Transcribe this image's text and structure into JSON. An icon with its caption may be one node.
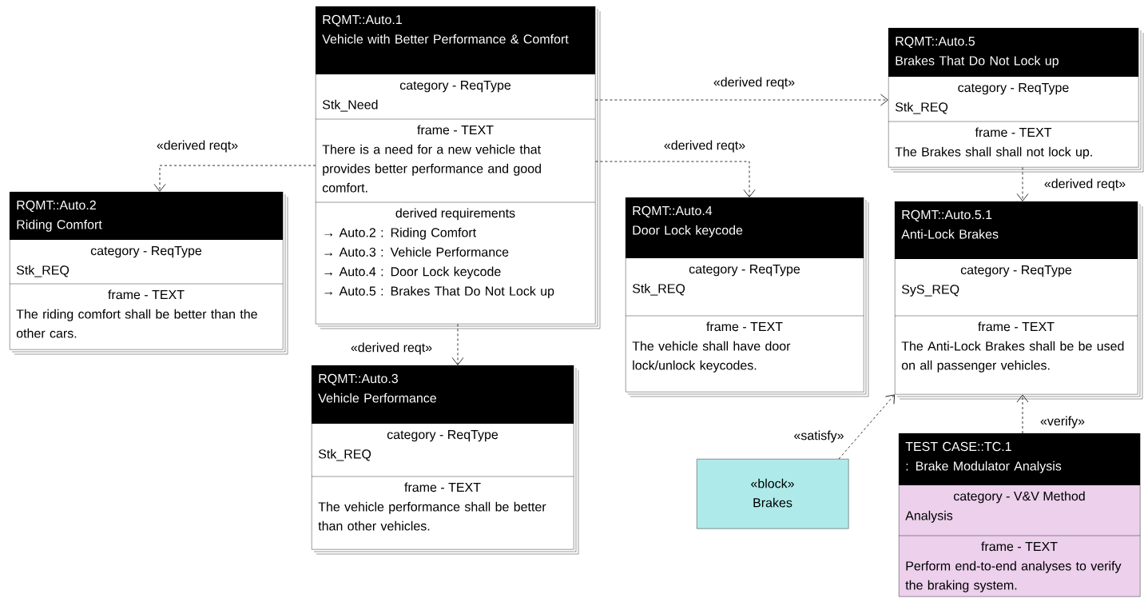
{
  "diagram": {
    "nodes": [
      {
        "text": [
          "RQMT::Auto.1",
          "Vehicle with Better Performance & Comfort",
          "category - ReqType",
          "Stk_Need",
          "frame - TEXT",
          "There is a need for a new vehicle that provides better performance and good comfort.",
          "derived requirements",
          "→ Auto.2 : Riding Comfort",
          "→ Auto.3 : Vehicle Performance",
          "→ Auto.4 : Door Lock keycode",
          "→ Auto.5 : Brakes That Do Not Lock up"
        ]
      },
      {
        "text": [
          "RQMT::Auto.2",
          "Riding Comfort",
          "category - ReqType",
          "Stk_REQ",
          "frame - TEXT",
          "The riding comfort shall be better than the other cars."
        ]
      },
      {
        "text": [
          "RQMT::Auto.3",
          "Vehicle Performance",
          "category - ReqType",
          "Stk_REQ",
          "frame - TEXT",
          "The vehicle performance shall be better than other vehicles."
        ]
      },
      {
        "text": [
          "RQMT::Auto.4",
          "Door Lock keycode",
          "category - ReqType",
          "Stk_REQ",
          "frame - TEXT",
          "The vehicle shall have door lock/unlock keycodes."
        ]
      },
      {
        "text": [
          "RQMT::Auto.5",
          "Brakes That Do Not Lock up",
          "category - ReqType",
          "Stk_REQ",
          "frame - TEXT",
          "The Brakes shall shall not lock up."
        ]
      },
      {
        "text": [
          "RQMT::Auto.5.1",
          "Anti-Lock Brakes",
          "category - ReqType",
          "SyS_REQ",
          "frame - TEXT",
          "The Anti-Lock Brakes shall be be used on all passenger vehicles."
        ]
      },
      {
        "text": [
          "«block»",
          "Brakes"
        ]
      },
      {
        "text": [
          "TEST CASE::TC.1",
          ": Brake Modulator Analysis",
          "category - V&V Method",
          "Analysis",
          "frame - TEXT",
          "Perform end-to-end analyses to verify the braking system."
        ]
      }
    ],
    "edges": [
      {
        "from": 0,
        "to": 1,
        "arrow": "to",
        "label": "«derived reqt»",
        "style": "dashed"
      },
      {
        "from": 0,
        "to": 2,
        "arrow": "to",
        "label": "«derived reqt»",
        "style": "dashed"
      },
      {
        "from": 0,
        "to": 3,
        "arrow": "to",
        "label": "«derived reqt»",
        "style": "dashed"
      },
      {
        "from": 0,
        "to": 4,
        "arrow": "to",
        "label": "«derived reqt»",
        "style": "dashed"
      },
      {
        "from": 4,
        "to": 5,
        "arrow": "to",
        "label": "«derived reqt»",
        "style": "dashed"
      },
      {
        "from": 6,
        "to": 5,
        "arrow": "to",
        "label": "«satisfy»",
        "style": "dashed"
      },
      {
        "from": 7,
        "to": 5,
        "arrow": "to",
        "label": "«verify»",
        "style": "dashed"
      }
    ]
  }
}
